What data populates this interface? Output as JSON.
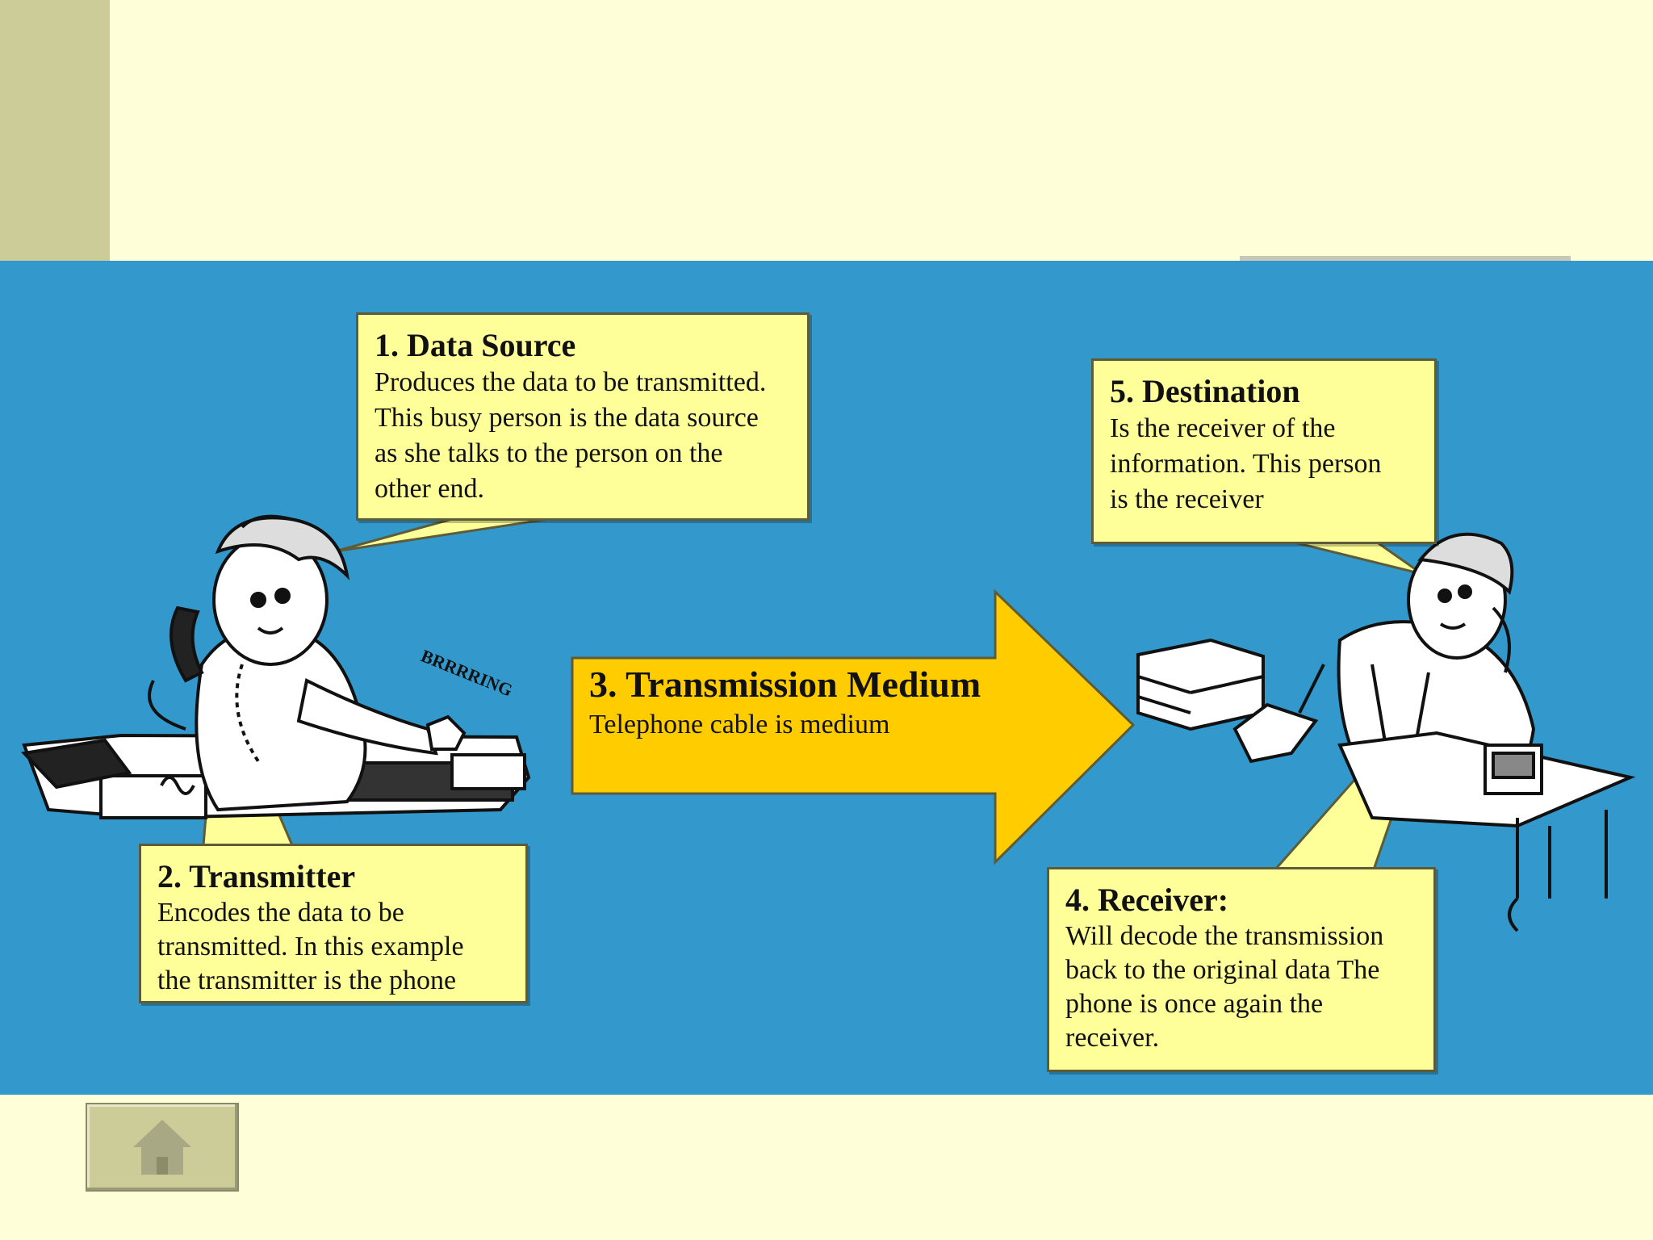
{
  "diagram": {
    "data_source": {
      "title": "1. Data Source",
      "lines": [
        "Produces the data to be transmitted.",
        "This busy person is the data source",
        "as she talks to the person on the",
        "other end."
      ]
    },
    "transmitter": {
      "title": "2. Transmitter",
      "lines": [
        "Encodes the data to be",
        "transmitted. In this example",
        "the transmitter is the phone"
      ]
    },
    "medium": {
      "title": "3. Transmission Medium",
      "text": "Telephone cable is medium"
    },
    "receiver": {
      "title": "4. Receiver:",
      "lines": [
        "Will decode the transmission",
        "back to the original data The",
        "phone is once again the",
        "receiver."
      ]
    },
    "destination": {
      "title": "5. Destination",
      "lines": [
        "Is the receiver of the",
        "information. This person",
        "is the receiver"
      ]
    },
    "ring_text": "BRRRRING"
  },
  "nav": {
    "home_icon": "home-icon"
  },
  "colors": {
    "page_bg": "#fefed9",
    "diagram_bg": "#3399cc",
    "callout_fill": "#ffff99",
    "arrow_fill": "#ffcc00",
    "sidebar": "#cccc99"
  }
}
